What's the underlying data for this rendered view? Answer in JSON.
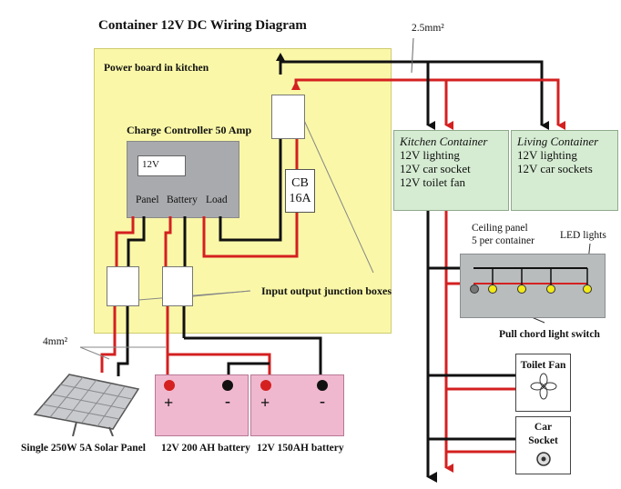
{
  "title": "Container 12V DC Wiring Diagram",
  "labels": {
    "power_board": "Power board in kitchen",
    "charge_controller": "Charge Controller 50 Amp",
    "cc_display": "12V",
    "cc_panel": "Panel",
    "cc_battery": "Battery",
    "cc_load": "Load",
    "cb_line1": "CB",
    "cb_line2": "16A",
    "junction_boxes": "Input output junction boxes",
    "wire_25": "2.5mm²",
    "wire_4": "4mm²",
    "ceiling_line1": "Ceiling panel",
    "ceiling_line2": "5 per container",
    "led_lights": "LED lights",
    "pull_switch": "Pull chord light switch",
    "toilet_fan": "Toilet Fan",
    "car_socket_line1": "Car",
    "car_socket_line2": "Socket",
    "solar_panel": "Single 250W 5A Solar Panel",
    "battery1": "12V 200 AH battery",
    "battery2": "12V 150AH battery",
    "plus": "+",
    "minus": "-"
  },
  "kitchen": {
    "title": "Kitchen Container",
    "items": [
      "12V lighting",
      "12V car socket",
      "12V toilet fan"
    ]
  },
  "living": {
    "title": "Living Container",
    "items": [
      "12V lighting",
      "12V car sockets"
    ]
  },
  "colors": {
    "board_fill": "#faf8a8",
    "container_fill": "#d5ecd2",
    "battery_fill": "#f0b8cf",
    "positive_wire": "#d42020",
    "negative_wire": "#111111",
    "led": "#f2ea18"
  }
}
